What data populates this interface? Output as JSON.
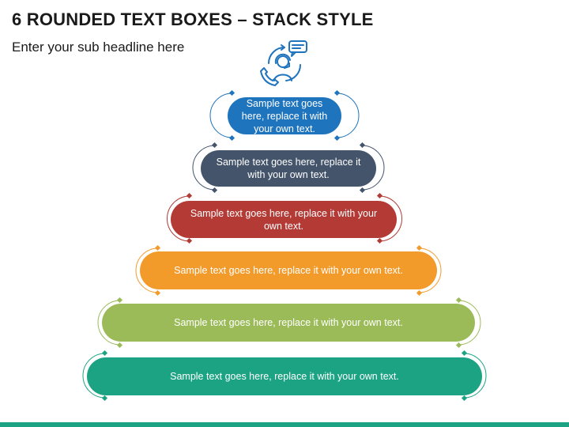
{
  "header": {
    "title": "6 ROUNDED TEXT BOXES – STACK STYLE",
    "subtitle": "Enter your sub headline here"
  },
  "icon": {
    "name": "customer-support-icon",
    "color": "#1f74be"
  },
  "boxes": [
    {
      "text": "Sample text goes here, replace it with your own text.",
      "color": "#1f74be"
    },
    {
      "text": "Sample text goes here, replace it with your own text.",
      "color": "#44546a"
    },
    {
      "text": "Sample text goes here, replace it with your own text.",
      "color": "#b33a35"
    },
    {
      "text": "Sample text goes here, replace it with your own text.",
      "color": "#f29b2b"
    },
    {
      "text": "Sample text goes here, replace it with your own text.",
      "color": "#9bbb59"
    },
    {
      "text": "Sample text goes here, replace it with your own text.",
      "color": "#1ba383"
    }
  ],
  "footer": {
    "bar_color": "#1ba383"
  }
}
